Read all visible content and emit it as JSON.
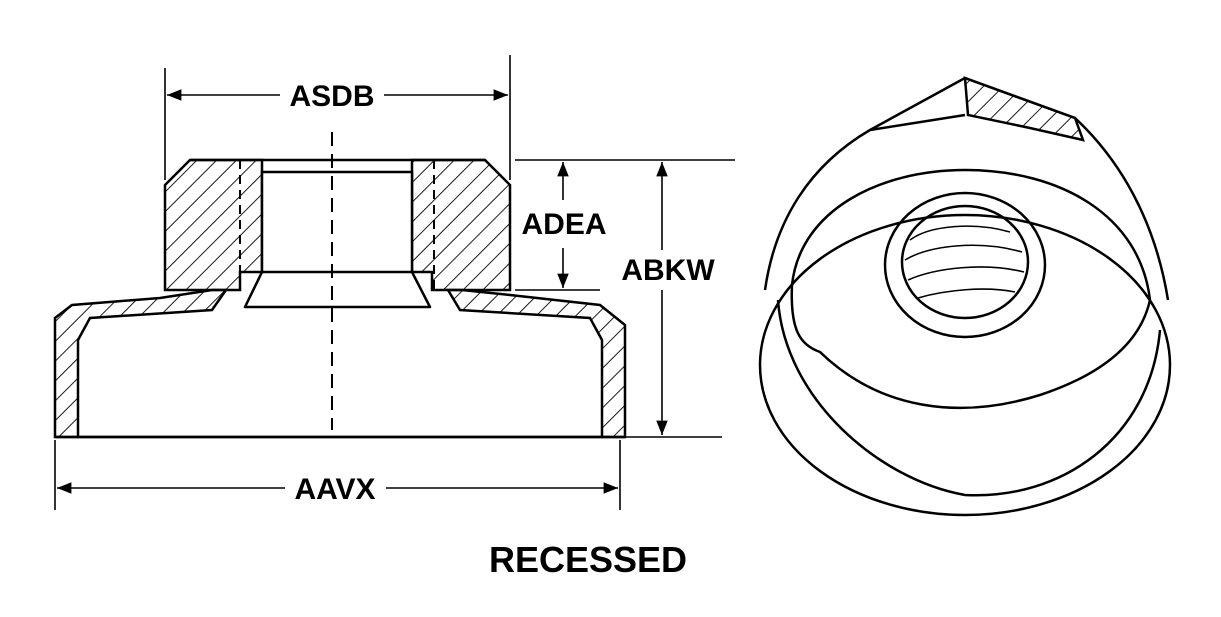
{
  "labels": {
    "asdb": "ASDB",
    "adea": "ADEA",
    "abkw": "ABKW",
    "aavx": "AAVX",
    "title": "RECESSED"
  },
  "colors": {
    "ink": "#000000",
    "background": "#ffffff"
  }
}
